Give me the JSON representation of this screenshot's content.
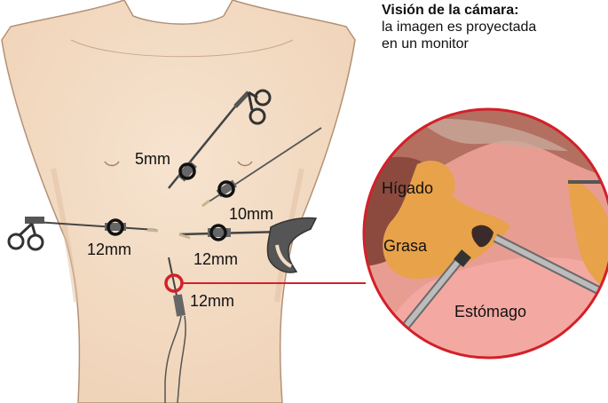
{
  "caption": {
    "title": "Visión de la cámara:",
    "line1": "la imagen es proyectada",
    "line2": "en un monitor"
  },
  "ports": [
    {
      "label": "5mm"
    },
    {
      "label": "10mm"
    },
    {
      "label": "12mm"
    },
    {
      "label": "12mm"
    },
    {
      "label": "12mm"
    }
  ],
  "camera_view": {
    "organs": [
      {
        "label": "Hígado"
      },
      {
        "label": "Grasa"
      },
      {
        "label": "Estómago"
      }
    ]
  },
  "colors": {
    "skin": "#f3dcc4",
    "skin_outline": "#b49176",
    "port_ring": "#111111",
    "camera_port_ring": "#d3202a",
    "connector_line": "#d3202a",
    "liver": "#8c4a3f",
    "fat": "#e8a24a",
    "stomach": "#f3a9a2"
  }
}
